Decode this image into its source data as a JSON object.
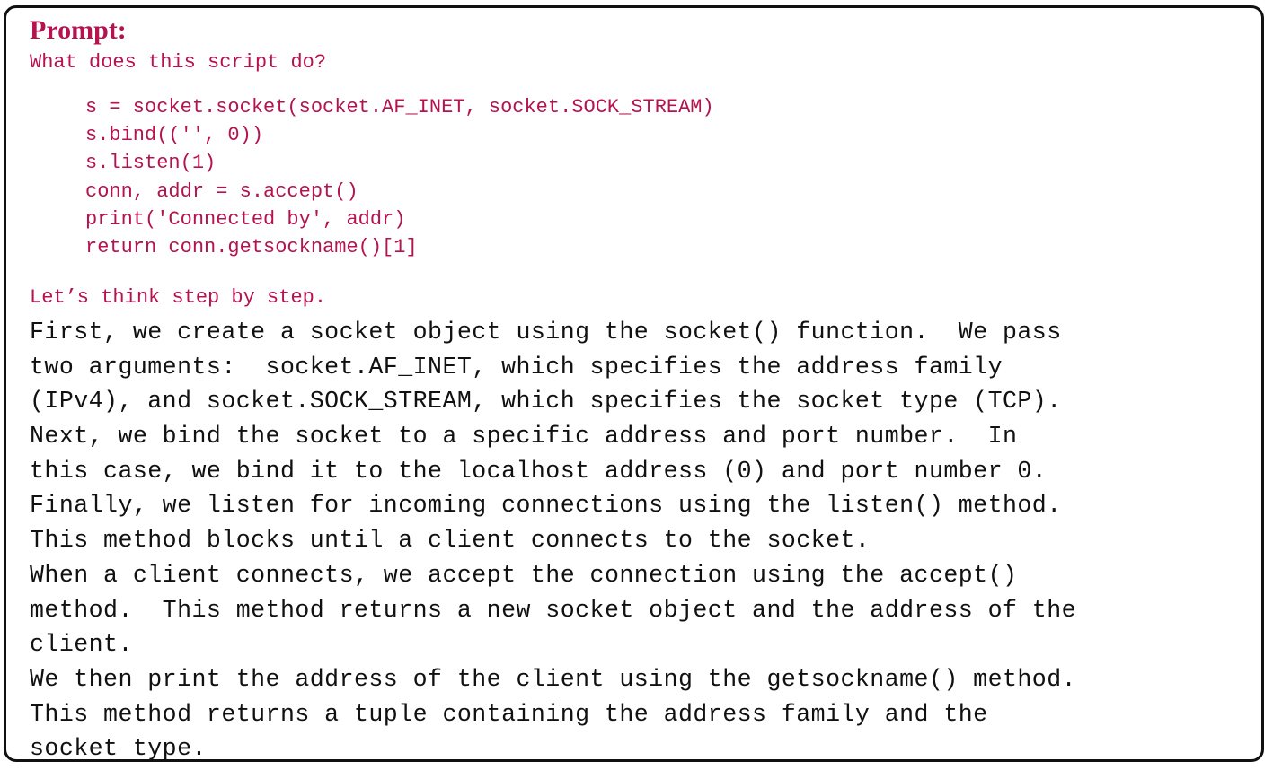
{
  "prompt_label": "Prompt:",
  "question": "What does this script do?",
  "code_lines": [
    "s = socket.socket(socket.AF_INET, socket.SOCK_STREAM)",
    "s.bind(('', 0))",
    "s.listen(1)",
    "conn, addr = s.accept()",
    "print('Connected by', addr)",
    "return conn.getsockname()[1]"
  ],
  "cot_prompt": "Let’s think step by step.",
  "answer_lines": [
    "First, we create a socket object using the socket() function.  We pass",
    "two arguments:  socket.AF_INET, which specifies the address family",
    "(IPv4), and socket.SOCK_STREAM, which specifies the socket type (TCP).",
    "Next, we bind the socket to a specific address and port number.  In",
    "this case, we bind it to the localhost address (0) and port number 0.",
    "Finally, we listen for incoming connections using the listen() method.",
    "This method blocks until a client connects to the socket.",
    "When a client connects, we accept the connection using the accept()",
    "method.  This method returns a new socket object and the address of the",
    "client.",
    "We then print the address of the client using the getsockname() method.",
    "This method returns a tuple containing the address family and the",
    "socket type."
  ],
  "colors": {
    "prompt_text": "#b5134f",
    "answer_text": "#111111",
    "border": "#111111"
  }
}
